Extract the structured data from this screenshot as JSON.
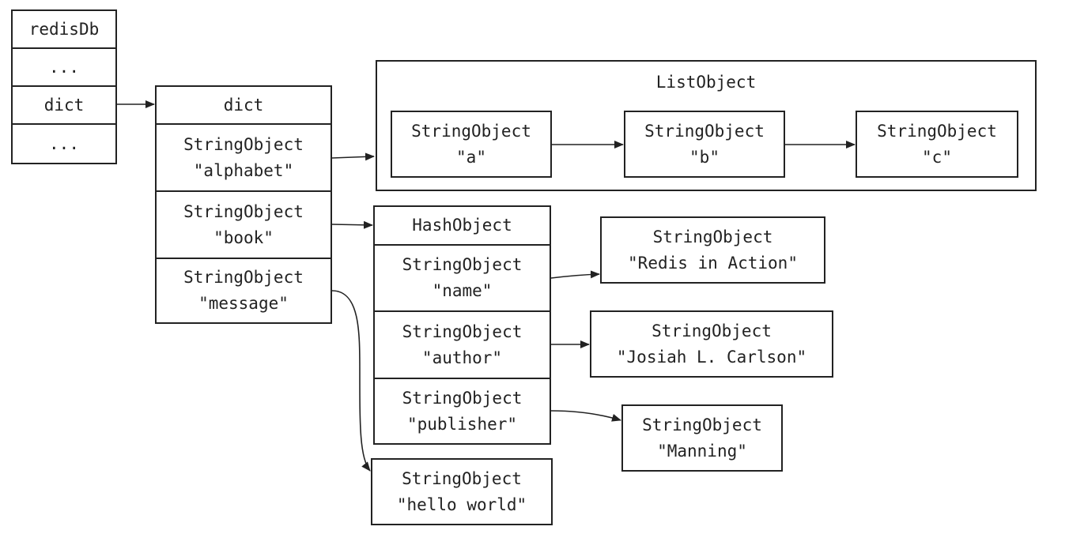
{
  "redisDb": {
    "title": "redisDb",
    "rows": [
      "...",
      "dict",
      "..."
    ]
  },
  "dict": {
    "title": "dict",
    "entries": [
      {
        "type": "StringObject",
        "value": "\"alphabet\""
      },
      {
        "type": "StringObject",
        "value": "\"book\""
      },
      {
        "type": "StringObject",
        "value": "\"message\""
      }
    ]
  },
  "list_object": {
    "title": "ListObject",
    "items": [
      {
        "type": "StringObject",
        "value": "\"a\""
      },
      {
        "type": "StringObject",
        "value": "\"b\""
      },
      {
        "type": "StringObject",
        "value": "\"c\""
      }
    ]
  },
  "hash_object": {
    "title": "HashObject",
    "fields": [
      {
        "type": "StringObject",
        "value": "\"name\""
      },
      {
        "type": "StringObject",
        "value": "\"author\""
      },
      {
        "type": "StringObject",
        "value": "\"publisher\""
      }
    ],
    "values": [
      {
        "type": "StringObject",
        "value": "\"Redis in Action\""
      },
      {
        "type": "StringObject",
        "value": "\"Josiah L. Carlson\""
      },
      {
        "type": "StringObject",
        "value": "\"Manning\""
      }
    ]
  },
  "message_value": {
    "type": "StringObject",
    "value": "\"hello world\""
  }
}
